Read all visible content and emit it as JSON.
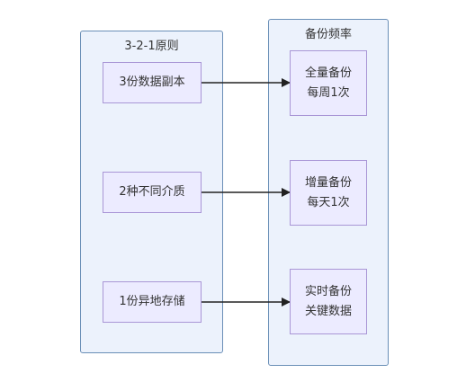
{
  "colors": {
    "group_fill": "#ecf2fc",
    "group_border": "#6a8fb7",
    "node_fill": "#ecebff",
    "node_border": "#a996d6",
    "text": "#333333",
    "edge": "#222222"
  },
  "groups": {
    "rule": {
      "title": "3-2-1原则"
    },
    "frequency": {
      "title": "备份频率"
    }
  },
  "nodes": {
    "copies": {
      "label": "3份数据副本"
    },
    "media": {
      "label": "2种不同介质"
    },
    "offsite": {
      "label": "1份异地存储"
    },
    "full_backup": {
      "line1": "全量备份",
      "line2": "每周1次"
    },
    "incremental_backup": {
      "line1": "增量备份",
      "line2": "每天1次"
    },
    "realtime_backup": {
      "line1": "实时备份",
      "line2": "关键数据"
    }
  }
}
